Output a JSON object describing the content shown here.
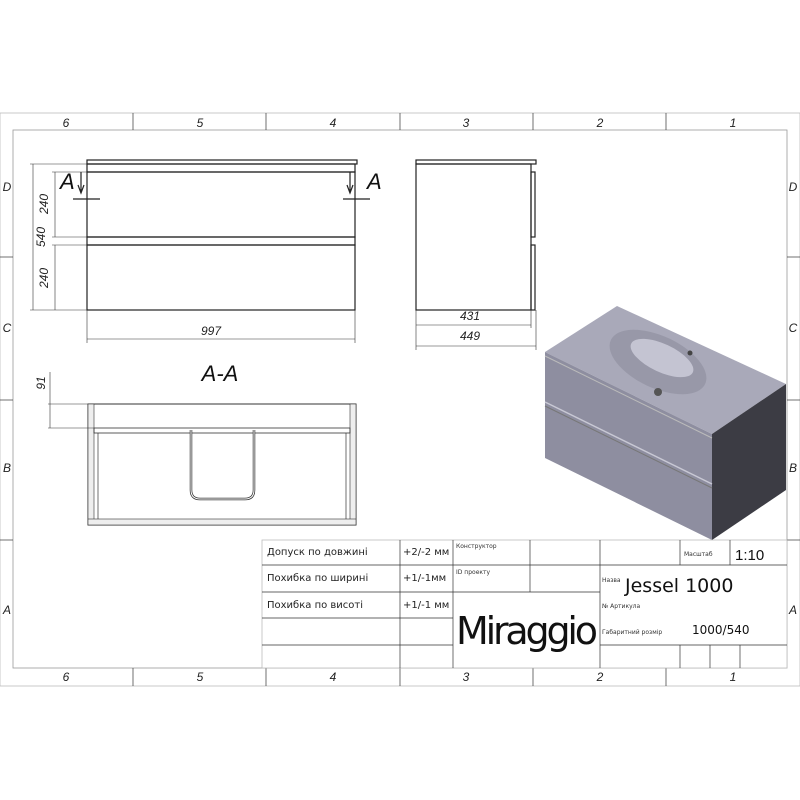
{
  "zones": {
    "columns": [
      "6",
      "5",
      "4",
      "3",
      "2",
      "1"
    ],
    "rows": [
      "D",
      "C",
      "B",
      "A"
    ]
  },
  "front_view": {
    "section_marker": "A",
    "dims": {
      "total_height": "540",
      "drawer_top": "240",
      "drawer_bottom": "240",
      "width": "997"
    }
  },
  "side_view": {
    "dims": {
      "depth_body": "431",
      "depth_total": "449"
    }
  },
  "section_view": {
    "title": "A-A",
    "dims": {
      "top_gap": "91"
    }
  },
  "title_block": {
    "tolerances": [
      {
        "label": "Допуск по довжині",
        "value": "+2/-2 мм"
      },
      {
        "label": "Похибка по ширині",
        "value": "+1/-1мм"
      },
      {
        "label": "Похибка по висоті",
        "value": "+1/-1 мм"
      }
    ],
    "designer_label": "Конструктор",
    "project_id_label": "ID проекту",
    "brand": "Miraggio",
    "scale_label": "Масштаб",
    "scale_value": "1:10",
    "name_label": "Назва",
    "name_value": "Jessel 1000",
    "article_label": "№ Артикула",
    "size_label": "Габаритний розмір",
    "size_value": "1000/540"
  },
  "colors": {
    "render_top": "#a9a9b9",
    "render_front": "#8e8ea0",
    "render_side": "#3c3c44"
  }
}
